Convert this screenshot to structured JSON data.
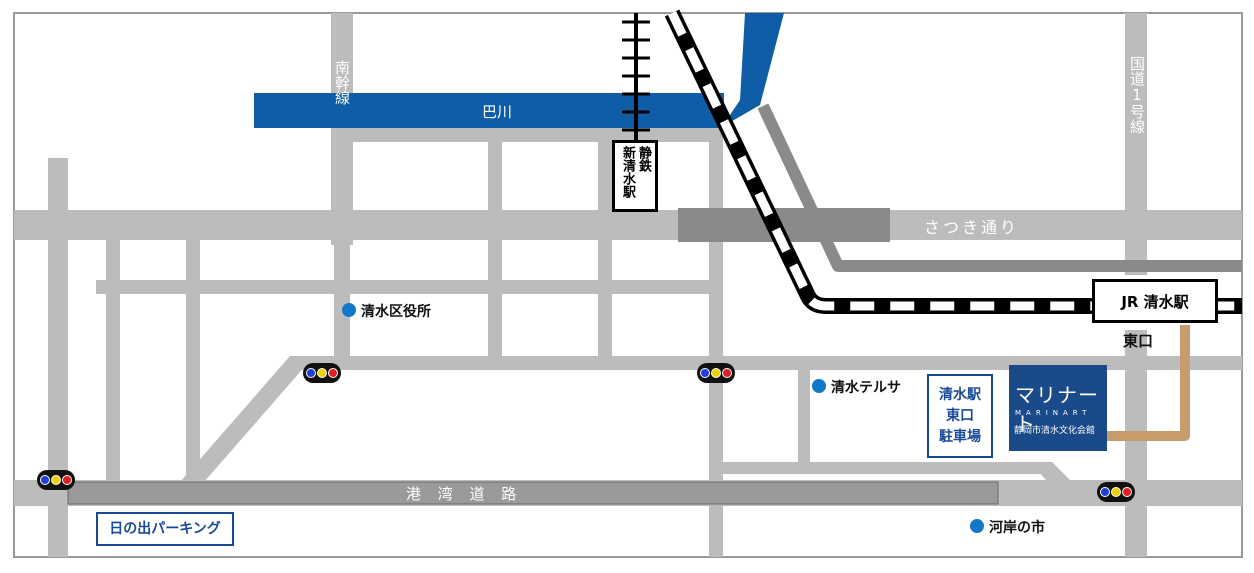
{
  "colors": {
    "road": "#bcbcbc",
    "major_road": "#8a8a8a",
    "river": "#0f5da6",
    "rail": "#000000",
    "walk_path": "#c69c6d",
    "poi_dot": "#1478c8",
    "box_border": "#1a4a96",
    "signal": [
      "#1e40d8",
      "#f0d000",
      "#e02020"
    ]
  },
  "roads": {
    "river": "巴川",
    "satsuki": "さつき通り",
    "harbor": "港 湾 道 路",
    "minami_kansen": "南幹線",
    "route1": "国道1号線"
  },
  "stations": {
    "shizutetsu": "静鉄新清水駅",
    "shizutetsu_col1": "静鉄",
    "shizutetsu_col2": "新清水駅",
    "jr": "JR 清水駅",
    "jr_exit": "東口"
  },
  "places": {
    "ward_office": "清水区役所",
    "terrsa": "清水テルサ",
    "kashi": "河岸の市",
    "parking_east": "清水駅東口駐車場",
    "parking_east_lines": [
      "清水駅",
      "東口",
      "駐車場"
    ],
    "hinode_parking": "日の出パーキング"
  },
  "marinart": {
    "title": "マリナート",
    "latin": "MARINART",
    "subtitle": "静岡市清水文化会館"
  },
  "icons": {
    "signal": "traffic-light-icon",
    "poi": "location-dot-icon"
  }
}
